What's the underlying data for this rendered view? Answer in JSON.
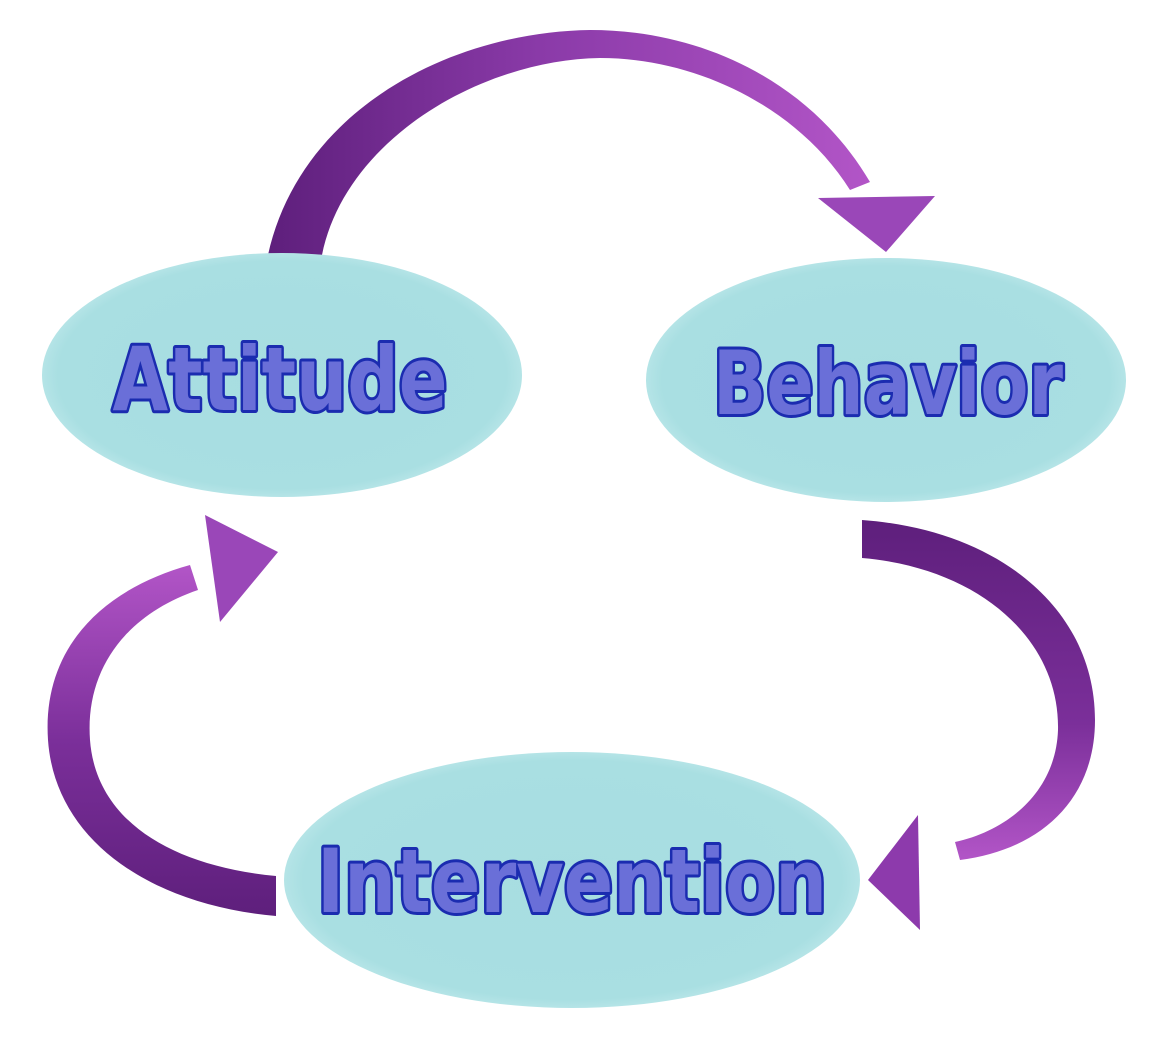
{
  "diagram": {
    "nodes": {
      "attitude": {
        "label": "Attitude"
      },
      "behavior": {
        "label": "Behavior"
      },
      "intervention": {
        "label": "Intervention"
      }
    },
    "edges": [
      {
        "from": "Attitude",
        "to": "Behavior"
      },
      {
        "from": "Behavior",
        "to": "Intervention"
      },
      {
        "from": "Intervention",
        "to": "Attitude"
      }
    ],
    "colors": {
      "ellipse_fill": "#a9dfe2",
      "ellipse_edge": "#c7ecee",
      "label_fill": "#6a6fd8",
      "label_stroke": "#1b2cb0",
      "arrow_light": "#b255c7",
      "arrow_dark": "#5e1f7c"
    }
  }
}
